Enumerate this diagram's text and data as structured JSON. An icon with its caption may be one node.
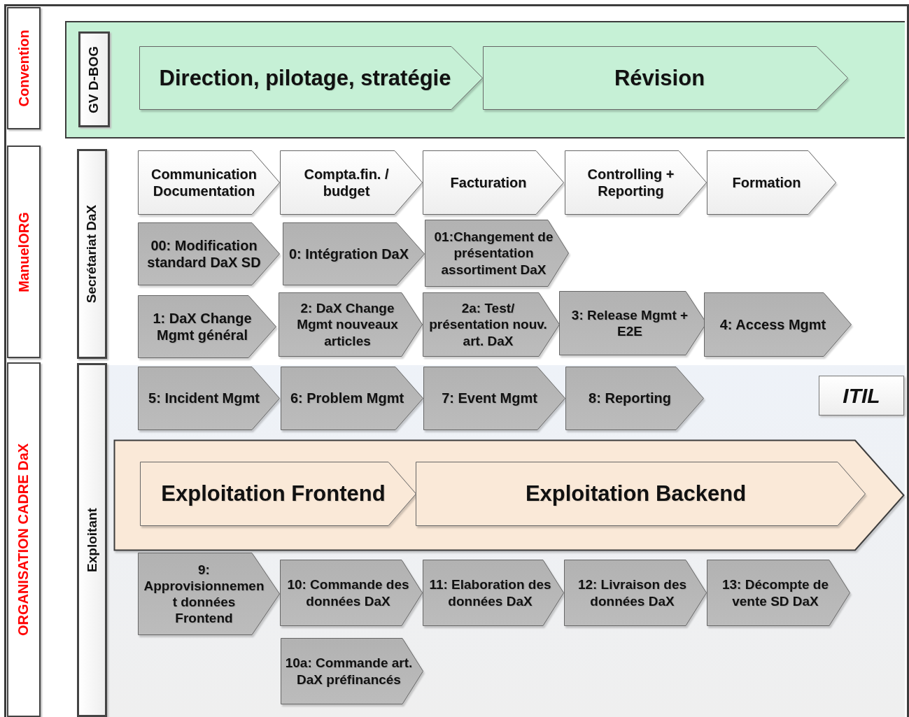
{
  "diagram": {
    "nodes": [
      {
        "text": [
          "Convention"
        ]
      },
      {
        "text": [
          "ManuelORG"
        ]
      },
      {
        "text": [
          "ORGANISATION CADRE DaX"
        ]
      },
      {
        "text": [],
        "shape": "box"
      },
      {
        "text": [
          "GV D-BOG"
        ],
        "in": 3
      },
      {
        "text": [
          "Direction, pilotage, stratégie"
        ],
        "in": 3
      },
      {
        "text": [
          "Révision"
        ],
        "in": 3
      },
      {
        "text": [
          "Secrétariat DaX"
        ]
      },
      {
        "text": [
          "Communication Documentation"
        ]
      },
      {
        "text": [
          "Compta.fin. / budget"
        ]
      },
      {
        "text": [
          "Facturation"
        ]
      },
      {
        "text": [
          "Controlling + Reporting"
        ]
      },
      {
        "text": [
          "Formation"
        ]
      },
      {
        "text": [
          "00: Modification standard DaX SD"
        ]
      },
      {
        "text": [
          "0: Intégration DaX"
        ]
      },
      {
        "text": [
          "01:Changement de présentation assortiment DaX"
        ]
      },
      {
        "text": [
          "1: DaX Change Mgmt général"
        ]
      },
      {
        "text": [
          "2: DaX Change Mgmt nouveaux articles"
        ]
      },
      {
        "text": [
          "2a: Test/ présentation nouv. art. DaX"
        ]
      },
      {
        "text": [
          "3: Release Mgmt + E2E"
        ]
      },
      {
        "text": [
          "4: Access Mgmt"
        ]
      },
      {
        "text": [
          "Exploitant"
        ]
      },
      {
        "text": [
          "5: Incident Mgmt"
        ]
      },
      {
        "text": [
          "6: Problem Mgmt"
        ]
      },
      {
        "text": [
          "7: Event Mgmt"
        ]
      },
      {
        "text": [
          "8: Reporting"
        ]
      },
      {
        "text": [
          "ITIL"
        ]
      },
      {
        "text": [],
        "shape": "chevron"
      },
      {
        "text": [
          "Exploitation Frontend"
        ],
        "in": 27
      },
      {
        "text": [
          "Exploitation Backend"
        ],
        "in": 27
      },
      {
        "text": [
          "9: Approvisionnement données Frontend"
        ]
      },
      {
        "text": [
          "10: Commande des données DaX"
        ]
      },
      {
        "text": [
          "11: Elaboration des données DaX"
        ]
      },
      {
        "text": [
          "12: Livraison des données DaX"
        ]
      },
      {
        "text": [
          "13: Décompte de vente SD DaX"
        ]
      },
      {
        "text": [
          "10a: Commande art. DaX préfinancés"
        ]
      }
    ]
  }
}
